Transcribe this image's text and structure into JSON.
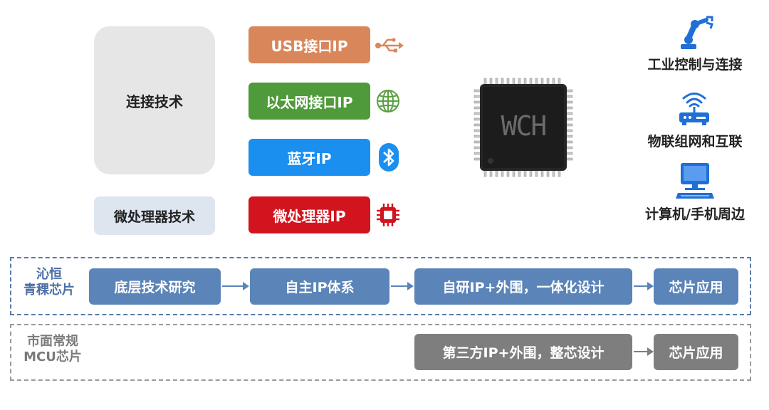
{
  "left": {
    "connect_tech": "连接技术",
    "micro_tech": "微处理器技术"
  },
  "ip_blocks": [
    {
      "label": "USB接口IP",
      "color": "#d9875a",
      "icon": "usb-icon"
    },
    {
      "label": "以太网接口IP",
      "color": "#4f9a3a",
      "icon": "globe-icon"
    },
    {
      "label": "蓝牙IP",
      "color": "#1b8ff0",
      "icon": "bluetooth-icon"
    },
    {
      "label": "微处理器IP",
      "color": "#d2141e",
      "icon": "chip-icon"
    }
  ],
  "chip": {
    "marking": "WCH"
  },
  "applications": [
    {
      "label": "工业控制与连接",
      "icon": "robot-arm-icon"
    },
    {
      "label": "物联组网和互联",
      "icon": "router-icon"
    },
    {
      "label": "计算机/手机周边",
      "icon": "computer-icon"
    }
  ],
  "flow_wch": {
    "label_line1": "沁恒",
    "label_line2": "青稞芯片",
    "steps": [
      "底层技术研究",
      "自主IP体系",
      "自研IP+外围，一体化设计",
      "芯片应用"
    ]
  },
  "flow_market": {
    "label_line1": "市面常规",
    "label_line2": "MCU芯片",
    "steps": [
      "第三方IP+外围，整芯设计",
      "芯片应用"
    ]
  },
  "colors": {
    "blue_flow": "#5b84b8",
    "gray_flow": "#7e7e7e",
    "blue_border": "#5b7ba8",
    "gray_border": "#9a9a9a",
    "icon_blue": "#1f6fd6"
  }
}
